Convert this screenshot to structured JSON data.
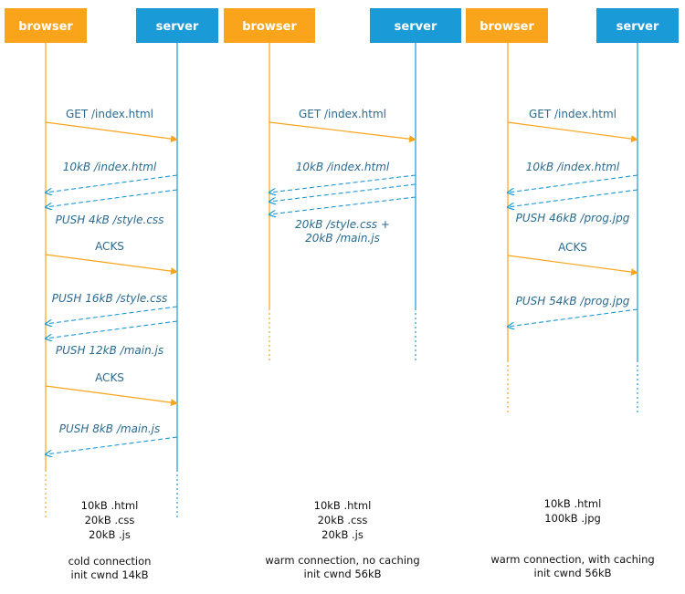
{
  "colors": {
    "browser": "#f9a41a",
    "server": "#1a9ad6",
    "message_text": "#2a6a8e",
    "label_text": "#111111",
    "header_text": "#ffffff"
  },
  "labels": {
    "browser": "browser",
    "server": "server"
  },
  "panels": [
    {
      "messages": [
        {
          "dir": "request",
          "style": "solid",
          "text": "GET /index.html",
          "italic": false
        },
        {
          "dir": "response",
          "style": "dashed",
          "text": "10kB /index.html",
          "italic": true
        },
        {
          "dir": "response",
          "style": "dashed",
          "text": "PUSH 4kB /style.css",
          "italic": true
        },
        {
          "dir": "request",
          "style": "solid",
          "text": "ACKS",
          "italic": false
        },
        {
          "dir": "response",
          "style": "dashed",
          "text": "PUSH 16kB /style.css",
          "italic": true
        },
        {
          "dir": "response",
          "style": "dashed",
          "text": "PUSH 12kB /main.js",
          "italic": true
        },
        {
          "dir": "request",
          "style": "solid",
          "text": "ACKS",
          "italic": false
        },
        {
          "dir": "response",
          "style": "dashed",
          "text": "PUSH 8kB /main.js",
          "italic": true
        }
      ],
      "sizes": [
        "10kB .html",
        "20kB .css",
        "20kB .js"
      ],
      "caption": [
        "cold connection",
        "init cwnd 14kB"
      ]
    },
    {
      "messages": [
        {
          "dir": "request",
          "style": "solid",
          "text": "GET /index.html",
          "italic": false
        },
        {
          "dir": "response",
          "style": "dashed",
          "text": "10kB /index.html",
          "italic": true
        },
        {
          "dir": "response",
          "style": "dashed",
          "text": "20kB /style.css +",
          "italic": true
        },
        {
          "dir": "response",
          "style": "dashed",
          "text": "20kB /main.js",
          "italic": true
        }
      ],
      "sizes": [
        "10kB .html",
        "20kB .css",
        "20kB .js"
      ],
      "caption": [
        "warm connection, no caching",
        "init cwnd 56kB"
      ]
    },
    {
      "messages": [
        {
          "dir": "request",
          "style": "solid",
          "text": "GET /index.html",
          "italic": false
        },
        {
          "dir": "response",
          "style": "dashed",
          "text": "10kB /index.html",
          "italic": true
        },
        {
          "dir": "response",
          "style": "dashed",
          "text": "PUSH 46kB /prog.jpg",
          "italic": true
        },
        {
          "dir": "request",
          "style": "solid",
          "text": "ACKS",
          "italic": false
        },
        {
          "dir": "response",
          "style": "dashed",
          "text": "PUSH 54kB /prog.jpg",
          "italic": true
        }
      ],
      "sizes": [
        "10kB .html",
        "100kB .jpg"
      ],
      "caption": [
        "warm connection, with caching",
        "init cwnd 56kB"
      ]
    }
  ]
}
